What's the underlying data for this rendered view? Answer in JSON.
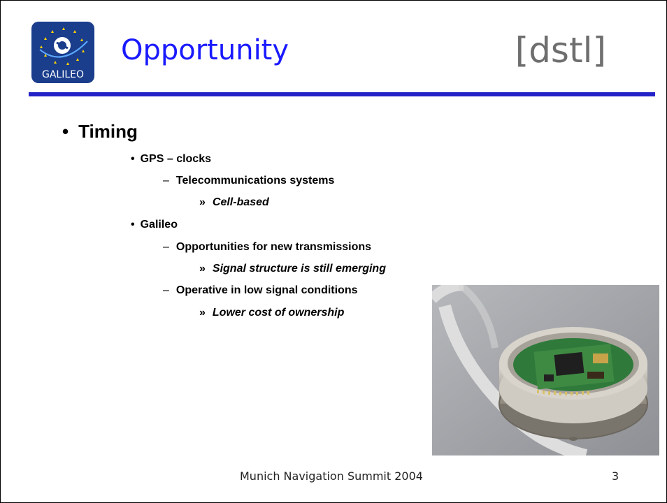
{
  "header": {
    "logo_text": "GALILEO",
    "title": "Opportunity",
    "brand": "[dstl]"
  },
  "content": {
    "level1": {
      "marker": "•",
      "text": "Timing"
    },
    "items": [
      {
        "marker": "•",
        "text": "GPS – clocks"
      },
      {
        "marker": "–",
        "text": "Telecommunications systems"
      },
      {
        "marker": "»",
        "text": "Cell-based"
      },
      {
        "marker": "•",
        "text": "Galileo"
      },
      {
        "marker": "–",
        "text": "Opportunities for new transmissions"
      },
      {
        "marker": "»",
        "text": "Signal structure is still emerging"
      },
      {
        "marker": "–",
        "text": "Operative in low signal conditions"
      },
      {
        "marker": "»",
        "text": "Lower cost of ownership"
      }
    ]
  },
  "footer": {
    "event": "Munich Navigation Summit 2004",
    "page_number": "3"
  },
  "colors": {
    "title": "#1a1aff",
    "rule": "#2323c8",
    "brand": "#6e6e6e",
    "logo_bg": "#1a3d8c"
  }
}
